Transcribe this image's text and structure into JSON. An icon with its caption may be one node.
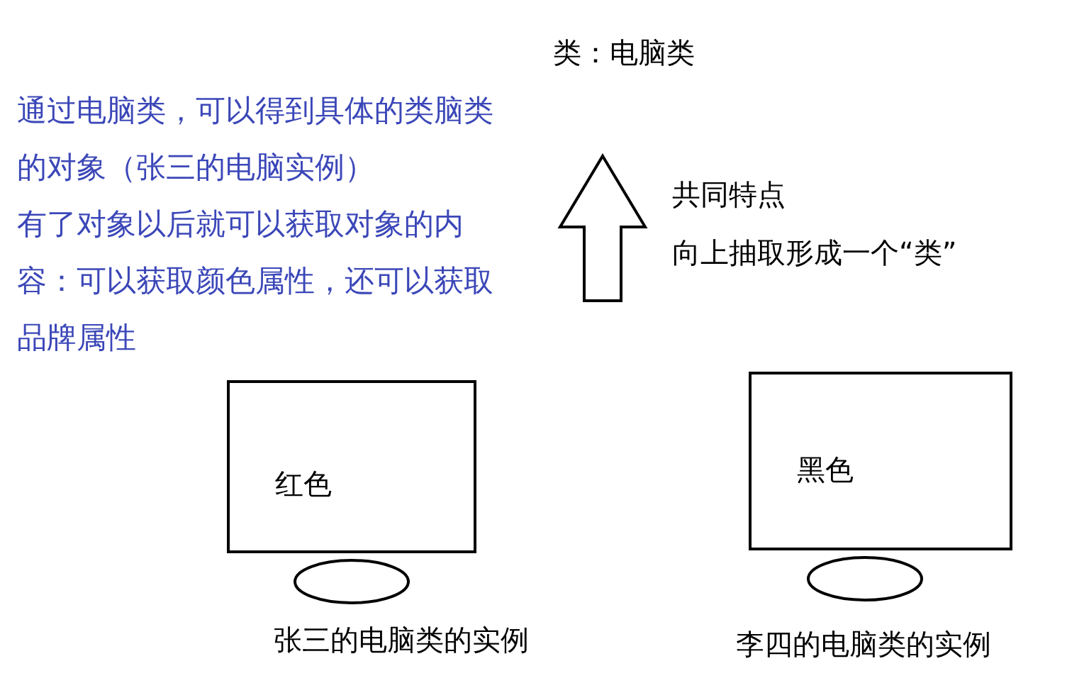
{
  "diagram": {
    "title": "类：电脑类",
    "nodes": [
      {
        "text": [
          "红色"
        ]
      },
      {
        "text": [
          "黑色"
        ]
      },
      {
        "text": [],
        "shape": "ellipse",
        "beside": [
          "张三的电脑类的实例"
        ]
      },
      {
        "text": [],
        "shape": "ellipse",
        "beside": [
          "李四的电脑类的实例"
        ]
      }
    ],
    "edges": [],
    "labels": [
      "通过电脑类，可以得到具体的类脑类的对象（张三的电脑实例）",
      "有了对象以后就可以获取对象的内容：可以获取颜色属性，还可以获取品牌属性",
      "共同特点",
      "向上抽取形成一个“类”"
    ]
  }
}
